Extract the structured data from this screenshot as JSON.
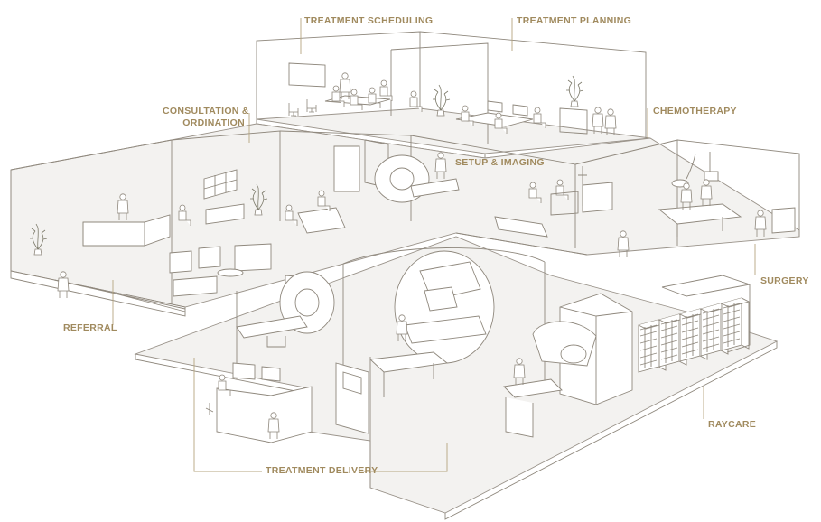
{
  "labels": {
    "treatment_scheduling": "TREATMENT SCHEDULING",
    "treatment_planning": "TREATMENT PLANNING",
    "consultation_line1": "CONSULTATION &",
    "consultation_line2": "ORDINATION",
    "chemotherapy": "CHEMOTHERAPY",
    "setup_imaging": "SETUP & IMAGING",
    "surgery": "SURGERY",
    "referral": "REFERRAL",
    "raycare": "RAYCARE",
    "treatment_delivery": "TREATMENT DELIVERY"
  },
  "colors": {
    "label": "#a08a5e",
    "line": "#8f887d",
    "floor": "#f3f2f0",
    "leader": "#b5a57f"
  },
  "icons": [
    "person-icon",
    "plant-icon",
    "chair-icon",
    "desk-icon",
    "monitor-icon",
    "scanner-icon",
    "linac-icon",
    "server-rack-icon",
    "hospital-bed-icon",
    "surgical-lamp-icon"
  ]
}
